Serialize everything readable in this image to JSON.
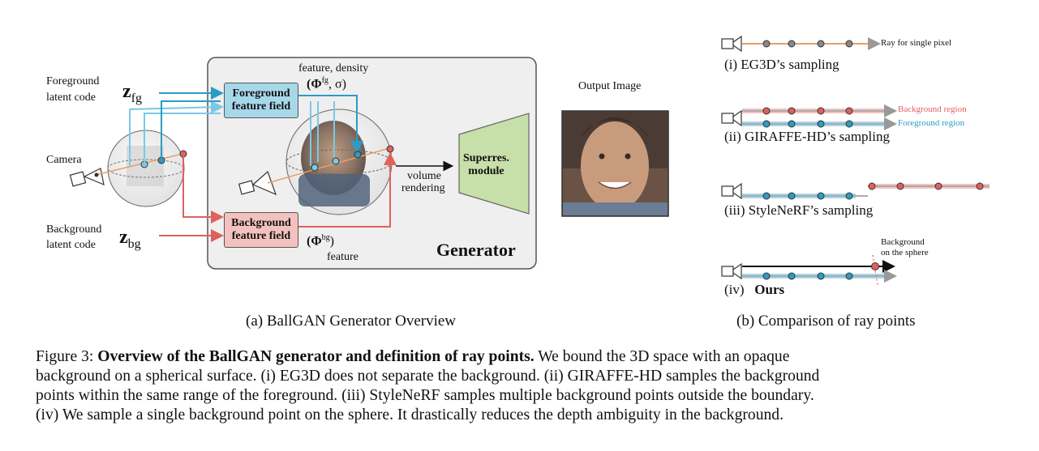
{
  "panel_a": {
    "foreground_label_1": "Foreground",
    "foreground_label_2": "latent code",
    "z_fg": "z",
    "z_fg_sub": "fg",
    "camera_label": "Camera",
    "background_label_1": "Background",
    "background_label_2": "latent code",
    "z_bg": "z",
    "z_bg_sub": "bg",
    "fg_field_1": "Foreground",
    "fg_field_2": "feature field",
    "bg_field_1": "Background",
    "bg_field_2": "feature field",
    "feature_density": "feature, density",
    "phi_fg": "(Φ",
    "phi_fg_sup": "fg",
    "phi_fg_tail": ", σ)",
    "phi_bg": "(Φ",
    "phi_bg_sup": "bg",
    "phi_bg_tail": ")",
    "feature": "feature",
    "volume_1": "volume",
    "volume_2": "rendering",
    "superres_1": "Superres.",
    "superres_2": "module",
    "generator": "Generator",
    "output_image": "Output Image",
    "subcaption": "(a) BallGAN Generator Overview"
  },
  "panel_b": {
    "ray_single_pixel": "Ray for single pixel",
    "i_label": "(i)   EG3D’s sampling",
    "background_region": "Background region",
    "foreground_region": "Foreground region",
    "ii_label": "(ii)   GIRAFFE-HD’s sampling",
    "iii_label": "(iii)   StyleNeRF’s sampling",
    "bg_sphere_1": "Background",
    "bg_sphere_2": "on the sphere",
    "iv_label": "(iv)",
    "iv_bold": "Ours",
    "subcaption": "(b) Comparison of ray points"
  },
  "caption": {
    "fig": "Figure 3:",
    "bold": "Overview of the BallGAN generator and definition of ray points.",
    "line1_rest": "We bound the 3D space with an opaque",
    "line2": "background on a spherical surface. (i) EG3D does not separate the background. (ii) GIRAFFE-HD samples the background",
    "line3": "points within the same range of the foreground. (iii) StyleNeRF samples multiple background points outside the boundary.",
    "line4": "(iv) We sample a single background point on the sphere. It drastically reduces the depth ambiguity in the background."
  },
  "colors": {
    "fg_box": "#a7d8ea",
    "bg_box": "#f3c2bf",
    "superres": "#c7dfa8",
    "cyan": "#2a9cc6",
    "red": "#e0605e",
    "orange": "#e8a06a"
  }
}
